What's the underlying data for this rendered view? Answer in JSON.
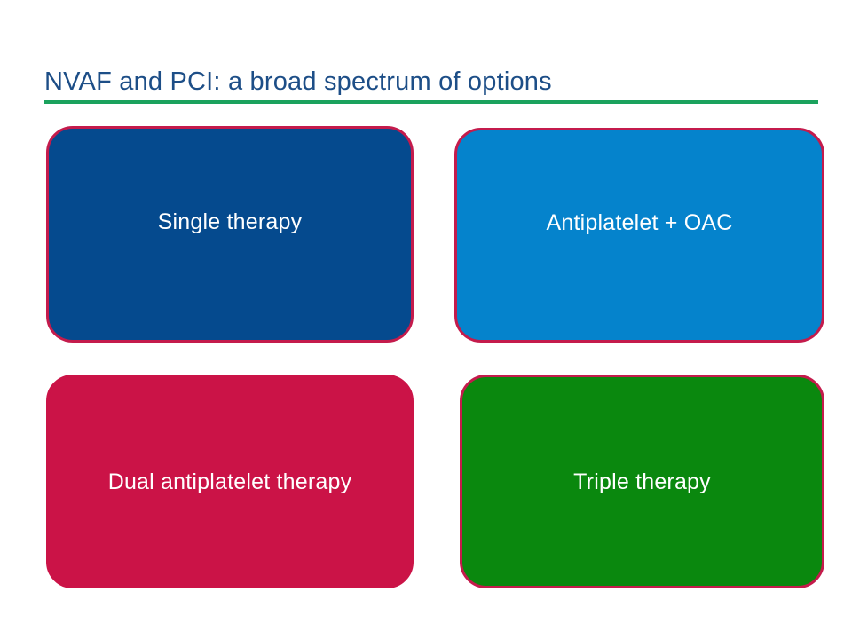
{
  "slide": {
    "title": "NVAF and PCI: a broad spectrum of options",
    "title_color": "#1d4e87",
    "rule_color": "#1ba25d",
    "background_color": "#ffffff"
  },
  "options": [
    {
      "id": "single-therapy",
      "label": "Single therapy",
      "fill_color": "#054a8e",
      "border_color": "#c41b4c",
      "text_color": "#ffffff",
      "position": "top-left"
    },
    {
      "id": "antiplatelet-oac",
      "label": "Antiplatelet + OAC",
      "fill_color": "#0583cc",
      "border_color": "#c41b4c",
      "text_color": "#ffffff",
      "position": "top-right"
    },
    {
      "id": "dual-antiplatelet-therapy",
      "label": "Dual antiplatelet therapy",
      "fill_color": "#cb1347",
      "border_color": "#cb1347",
      "text_color": "#ffffff",
      "position": "bottom-left"
    },
    {
      "id": "triple-therapy",
      "label": "Triple therapy",
      "fill_color": "#0a880e",
      "border_color": "#c41b4c",
      "text_color": "#ffffff",
      "position": "bottom-right"
    }
  ]
}
